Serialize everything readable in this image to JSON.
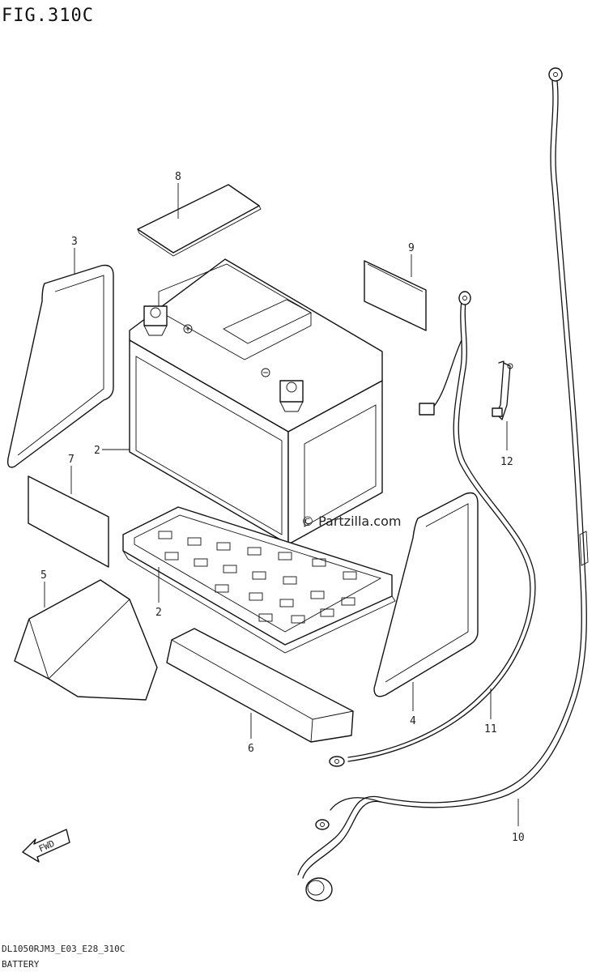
{
  "figure": {
    "title": "FIG.310C",
    "code": "DL1050RJM3_E03_E28_310C",
    "caption": "BATTERY",
    "watermark": "© Partzilla.com",
    "direction_label": "FWD"
  },
  "callouts": [
    {
      "id": "label-2a",
      "text": "2"
    },
    {
      "id": "label-2b",
      "text": "2"
    },
    {
      "id": "label-3",
      "text": "3"
    },
    {
      "id": "label-4",
      "text": "4"
    },
    {
      "id": "label-5",
      "text": "5"
    },
    {
      "id": "label-6",
      "text": "6"
    },
    {
      "id": "label-7",
      "text": "7"
    },
    {
      "id": "label-8",
      "text": "8"
    },
    {
      "id": "label-9",
      "text": "9"
    },
    {
      "id": "label-10",
      "text": "10"
    },
    {
      "id": "label-11",
      "text": "11"
    },
    {
      "id": "label-12",
      "text": "12"
    }
  ]
}
